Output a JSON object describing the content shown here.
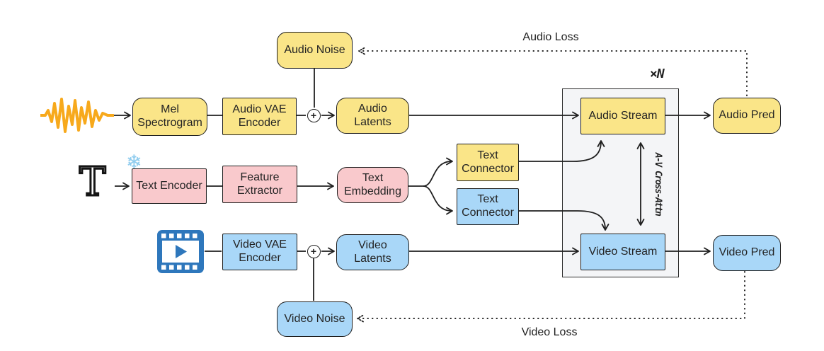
{
  "nodes": {
    "audio_noise": "Audio Noise",
    "mel_spectrogram": "Mel\nSpectrogram",
    "audio_vae_encoder": "Audio VAE\nEncoder",
    "audio_latents": "Audio\nLatents",
    "audio_stream": "Audio Stream",
    "audio_pred": "Audio Pred",
    "text_encoder": "Text Encoder",
    "feature_extractor": "Feature\nExtractor",
    "text_embedding": "Text\nEmbedding",
    "text_connector_audio": "Text\nConnector",
    "text_connector_video": "Text\nConnector",
    "video_vae_encoder": "Video VAE\nEncoder",
    "video_latents": "Video\nLatents",
    "video_stream": "Video Stream",
    "video_pred": "Video Pred",
    "video_noise": "Video Noise"
  },
  "labels": {
    "audio_loss": "Audio Loss",
    "video_loss": "Video Loss",
    "repeat_count": "×N",
    "cross_attention": "A-V Cross-Attn",
    "combine_plus": "+"
  },
  "icons": {
    "waveform": "audio-waveform-icon",
    "text_glyph": "T",
    "snowflake_glyph": "❄",
    "video_clip": "video-clip-icon"
  },
  "colors": {
    "box_yellow": "#fae588",
    "box_pink": "#f9c9cc",
    "box_blue": "#a9d7f8",
    "container_fill": "#f4f5f7",
    "line": "#1f1f1f",
    "waveform_orange": "#f7a91c",
    "video_icon_blue": "#2e77bc",
    "snowflake_blue": "#8fccee"
  }
}
